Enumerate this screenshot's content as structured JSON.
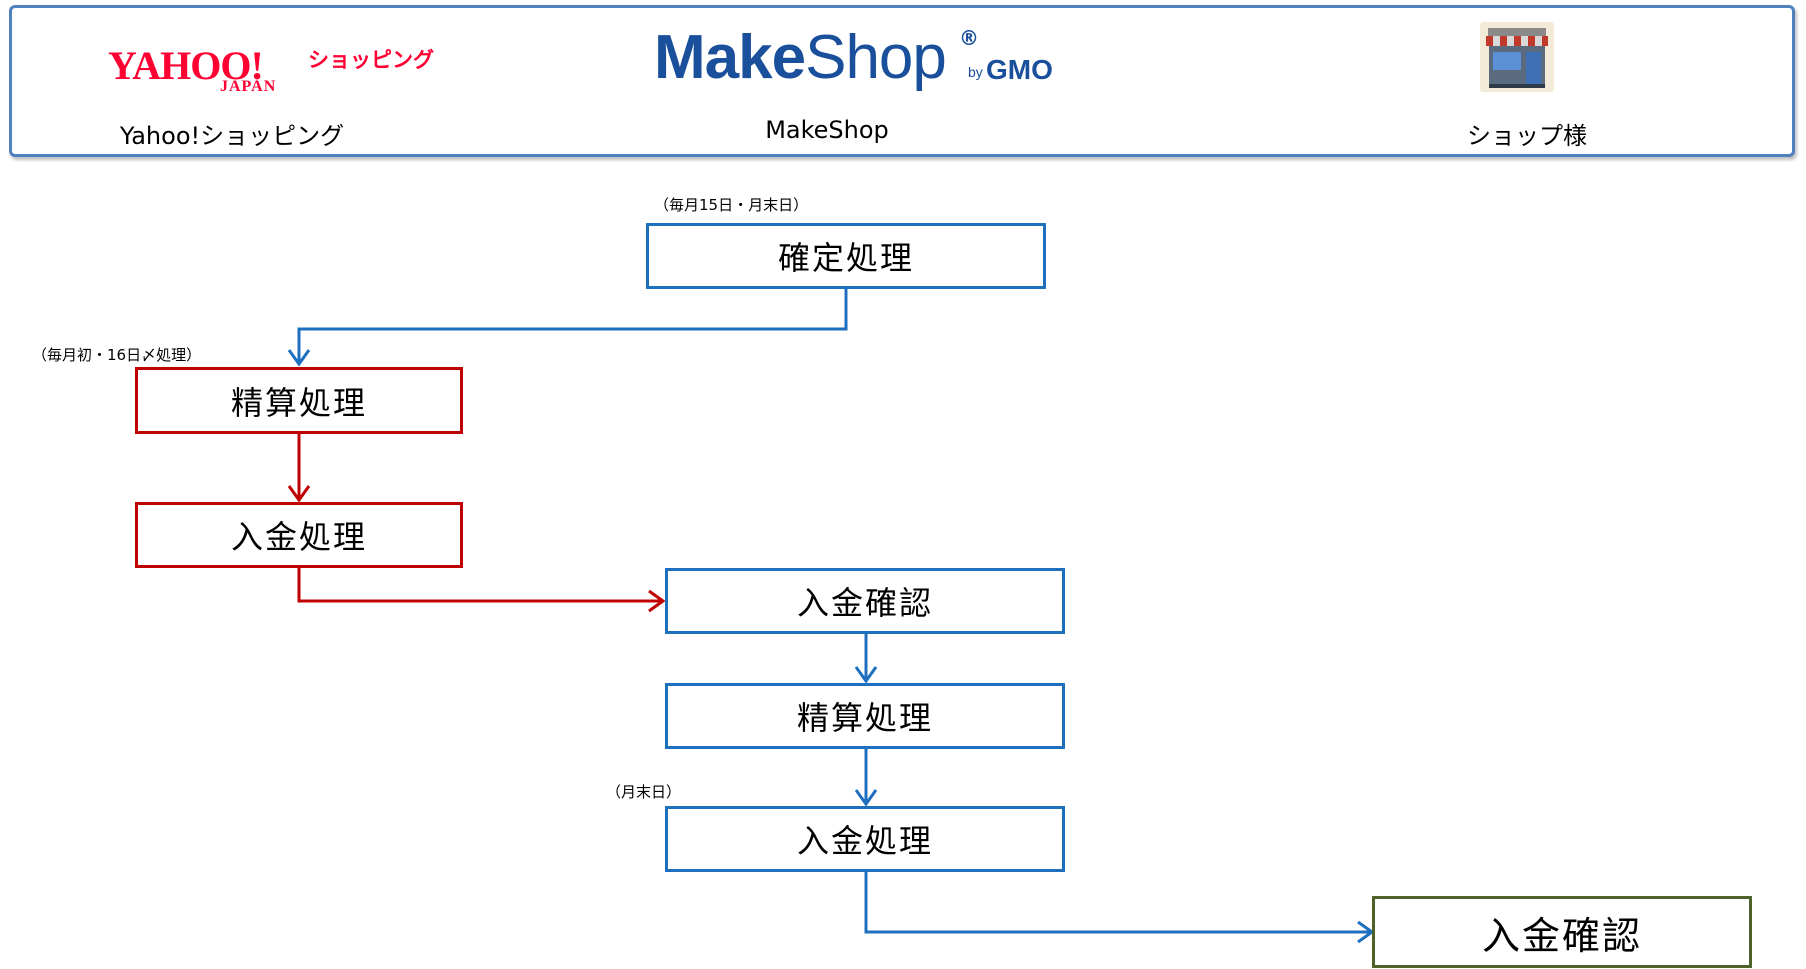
{
  "header": {
    "yahoo": {
      "logo_main": "YAHOO!",
      "logo_sub": "JAPAN",
      "logo_service": "ショッピング",
      "label": "Yahoo!ショッピング"
    },
    "makeshop": {
      "logo_make": "Make",
      "logo_shop": "Shop",
      "logo_reg": "®",
      "logo_by": "by",
      "logo_gmo": "GMO",
      "label": "MakeShop"
    },
    "shop": {
      "icon": "store-icon",
      "label": "ショップ様"
    }
  },
  "flow": {
    "note_top": "（毎月15日・月末日）",
    "note_left": "（毎月初・16日〆処理）",
    "note_bottom": "（月末日）",
    "box_kakutei": "確定処理",
    "box_yahoo_seisan": "精算処理",
    "box_yahoo_nyukin": "入金処理",
    "box_ms_kakunin": "入金確認",
    "box_ms_seisan": "精算処理",
    "box_ms_nyukin": "入金処理",
    "box_shop_kakunin": "入金確認"
  },
  "colors": {
    "header_border": "#4f81bd",
    "makeshop_flow": "#1f6fbf",
    "yahoo_flow": "#c00000",
    "shop_flow": "#4f6228",
    "yahoo_brand": "#ff0033",
    "makeshop_brand": "#1a4f9c"
  }
}
